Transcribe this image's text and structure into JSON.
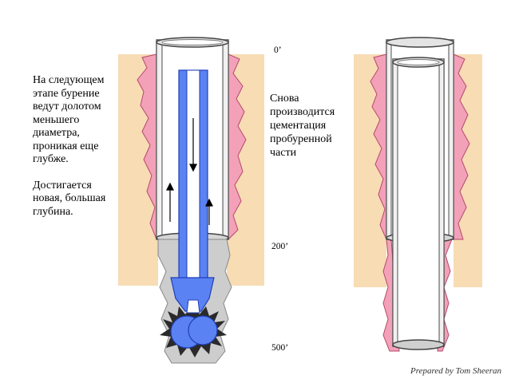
{
  "left_caption": {
    "paragraph1": "На следующем этапе бурение ведут долотом меньшего диаметра, проникая еще глубже.",
    "paragraph2": "Достигается новая, большая глубина."
  },
  "right_caption": "Снова производится цементация пробуренной части",
  "depth_labels": {
    "top": "0’",
    "middle": "200’",
    "bottom": "500’"
  },
  "credit": "Prepared by Tom Sheeran",
  "colors": {
    "formation": "#f7dcb4",
    "cement": "#f3a1b9",
    "cement_dark": "#b5496b",
    "casing": "#e4e4e4",
    "rock": "#cdcdcd",
    "drill": "#5b82f2",
    "drill_dark": "#1e3fb8"
  }
}
